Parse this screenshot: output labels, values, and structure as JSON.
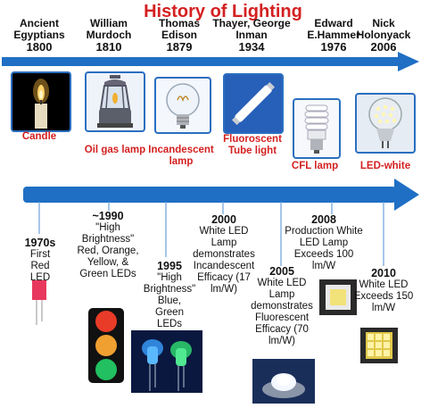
{
  "title": "History of Lighting",
  "inventors": [
    {
      "name": "Ancient Egyptians",
      "year": "1800"
    },
    {
      "name": "William Murdoch",
      "year": "1810"
    },
    {
      "name": "Thomas Edison",
      "year": "1879"
    },
    {
      "name": "Thayer, George Inman",
      "year": "1934"
    },
    {
      "name": "Edward E.Hammer",
      "year": "1976"
    },
    {
      "name": "Nick Holonyack",
      "year": "2006"
    }
  ],
  "lamps": [
    {
      "label": "Candle",
      "icon": "candle-icon"
    },
    {
      "label": "Oil gas lamp",
      "icon": "oil-lamp-icon"
    },
    {
      "label": "Incandescent lamp",
      "icon": "incandescent-bulb-icon"
    },
    {
      "label": "Fluoroscent Tube light",
      "icon": "fluorescent-tube-icon"
    },
    {
      "label": "CFL lamp",
      "icon": "cfl-lamp-icon"
    },
    {
      "label": "LED-white",
      "icon": "led-bulb-icon"
    }
  ],
  "led_milestones": [
    {
      "year": "1970s",
      "text": "First Red LED"
    },
    {
      "year": "~1990",
      "text": "\"High Brightness\" Red, Orange, Yellow, & Green LEDs"
    },
    {
      "year": "1995",
      "text": "\"High Brightness\" Blue, Green LEDs"
    },
    {
      "year": "2000",
      "text": "White LED Lamp demonstrates Incandescent Efficacy (17 lm/W)"
    },
    {
      "year": "2005",
      "text": "White LED Lamp demonstrates Fluorescent Efficacy (70 lm/W)"
    },
    {
      "year": "2008",
      "text": "Production White LED Lamp Exceeds 100 lm/W"
    },
    {
      "year": "2010",
      "text": "White LED Exceeds 150 lm/W"
    }
  ],
  "colors": {
    "title": "#d42020",
    "arrow": "#1f6fc4",
    "label_red": "#d42020",
    "card_border": "#2a6fc0"
  }
}
